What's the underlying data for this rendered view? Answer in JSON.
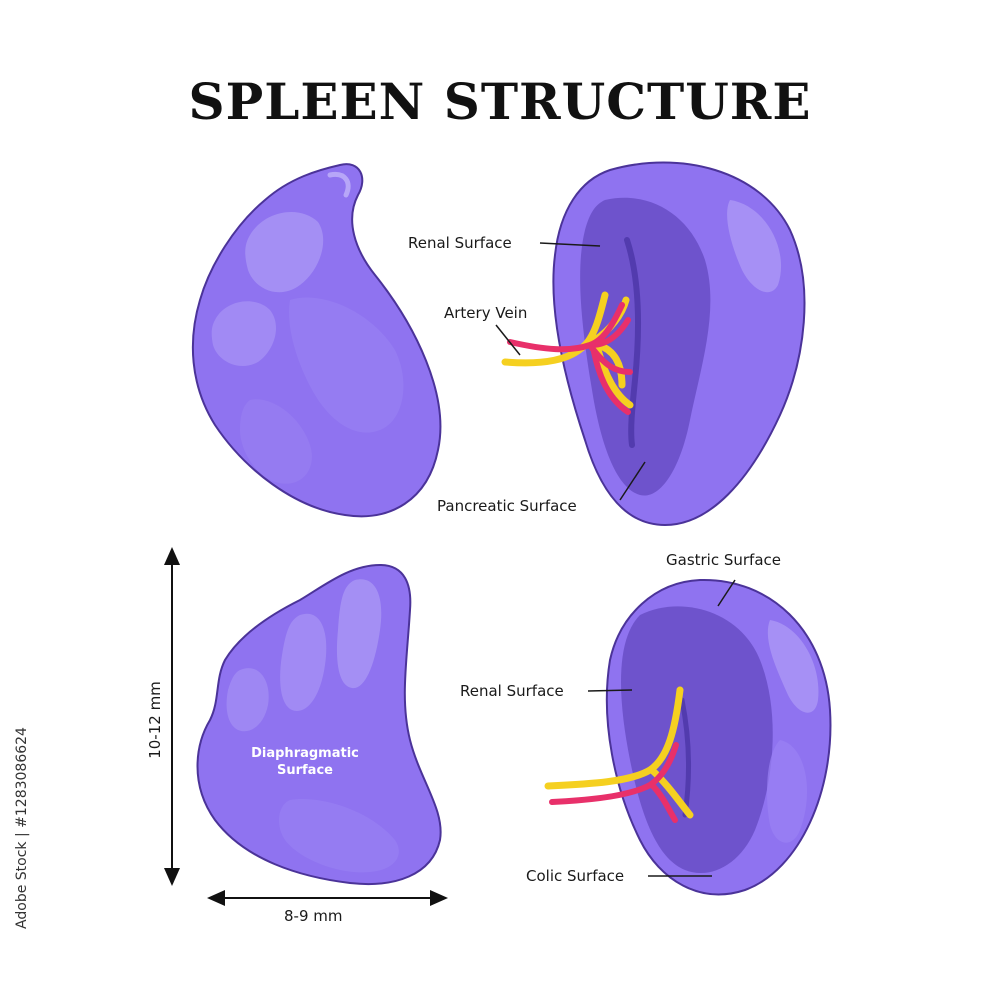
{
  "title": "SPLEEN STRUCTURE",
  "labels": {
    "renal_surface_top": "Renal Surface",
    "artery_vein": "Artery Vein",
    "pancreatic_surface": "Pancreatic Surface",
    "gastric_surface": "Gastric Surface",
    "renal_surface_bottom": "Renal Surface",
    "colic_surface": "Colic Surface",
    "diaphragmatic_surface": "Diaphragmatic\nSurface"
  },
  "dimensions": {
    "height": "10-12 mm",
    "width": "8-9 mm"
  },
  "watermark_id": "#1283086624",
  "watermark_text": "Adobe Stock",
  "colors": {
    "spleen": "#8F73F0",
    "spleen_dark": "#6A50C8",
    "spleen_light": "#A894F5",
    "outline": "#4B3399",
    "artery": "#E8306A",
    "vein": "#F5D020"
  }
}
